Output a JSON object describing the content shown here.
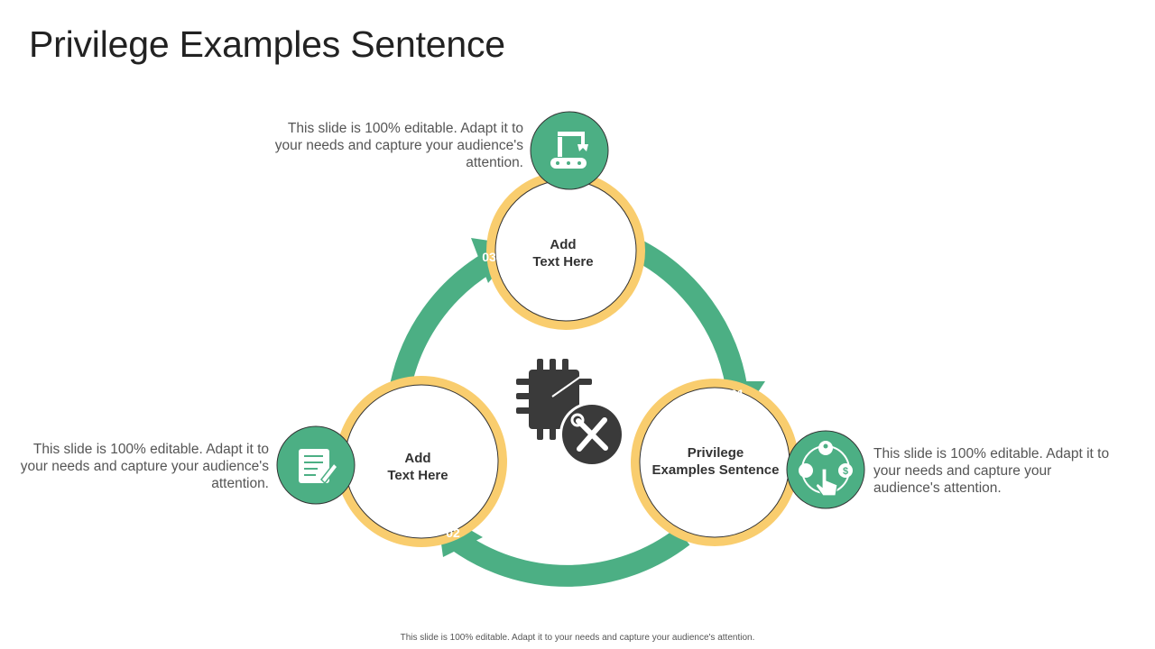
{
  "title": "Privilege Examples Sentence",
  "colors": {
    "green": "#4caf84",
    "yellow": "#f9cd6e",
    "dark": "#3a3a3a",
    "text": "#555555"
  },
  "steps": [
    {
      "number": "01",
      "label": "Privilege\nExamples Sentence",
      "icon": "hand-pointer-network-icon",
      "description": "This slide is 100% editable. Adapt it to your needs and capture your audience's attention."
    },
    {
      "number": "02",
      "label": "Add\nText Here",
      "icon": "checklist-notepad-icon",
      "description": "This slide is 100% editable. Adapt it to your needs and capture your audience's attention."
    },
    {
      "number": "03",
      "label": "Add\nText Here",
      "icon": "robotic-arm-conveyor-icon",
      "description": "This slide is 100% editable. Adapt it to your needs and capture your audience's attention."
    }
  ],
  "center_icon": "chip-wrench-screwdriver-icon",
  "footer": "This slide is 100% editable. Adapt it to your needs and capture your audience's attention."
}
